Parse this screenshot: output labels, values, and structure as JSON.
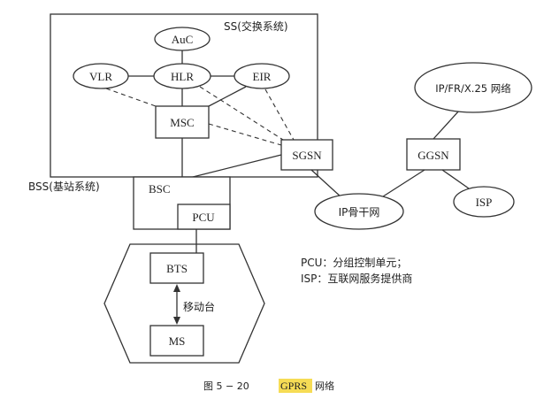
{
  "subsystems": {
    "ss_label": "SS(交换系统)",
    "bss_label": "BSS(基站系统)"
  },
  "nodes": {
    "auc": "AuC",
    "vlr": "VLR",
    "hlr": "HLR",
    "eir": "EIR",
    "msc": "MSC",
    "sgsn": "SGSN",
    "ggsn": "GGSN",
    "bsc": "BSC",
    "pcu": "PCU",
    "bts": "BTS",
    "ms": "MS",
    "ip_backbone": "IP骨干网",
    "isp": "ISP",
    "ip_fr_x25": "IP/FR/X.25 网络"
  },
  "link_label": "移动台",
  "legend": {
    "pcu": "PCU：分组控制单元；",
    "isp": "ISP：互联网服务提供商"
  },
  "caption": {
    "prefix": "图 5 − 20",
    "highlight": "GPRS",
    "suffix": "网络",
    "highlight_color": "#f6dc55"
  }
}
